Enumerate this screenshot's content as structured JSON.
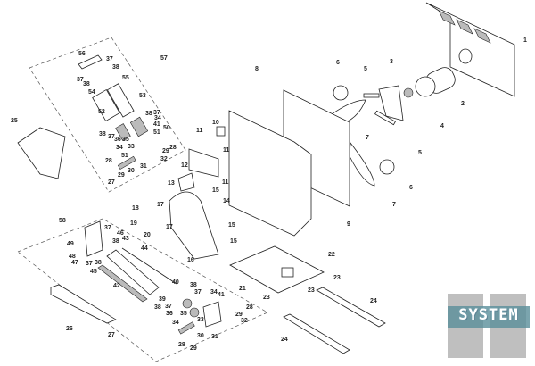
{
  "diagram": {
    "part_labels": [
      "1",
      "2",
      "3",
      "4",
      "5",
      "5",
      "6",
      "6",
      "7",
      "7",
      "8",
      "9",
      "10",
      "11",
      "11",
      "11",
      "12",
      "13",
      "14",
      "15",
      "15",
      "15",
      "16",
      "17",
      "17",
      "18",
      "19",
      "20",
      "21",
      "22",
      "23",
      "23",
      "23",
      "24",
      "24",
      "25",
      "26",
      "56",
      "37",
      "38",
      "37",
      "38",
      "54",
      "55",
      "53",
      "52",
      "38",
      "37",
      "34",
      "41",
      "51",
      "50",
      "38",
      "37",
      "36",
      "35",
      "34",
      "33",
      "51",
      "29",
      "28",
      "32",
      "31",
      "28",
      "29",
      "30",
      "27",
      "57",
      "58",
      "49",
      "48",
      "47",
      "37",
      "38",
      "46",
      "43",
      "44",
      "37",
      "38",
      "45",
      "42",
      "40",
      "38",
      "37",
      "34",
      "41",
      "39",
      "38",
      "37",
      "36",
      "35",
      "34",
      "33",
      "28",
      "29",
      "32",
      "31",
      "30",
      "27",
      "28",
      "29"
    ]
  },
  "logo": {
    "text": "SYSTEM",
    "colors": {
      "teal": "#5a8f9a",
      "gray": "#8a8a8a"
    }
  }
}
